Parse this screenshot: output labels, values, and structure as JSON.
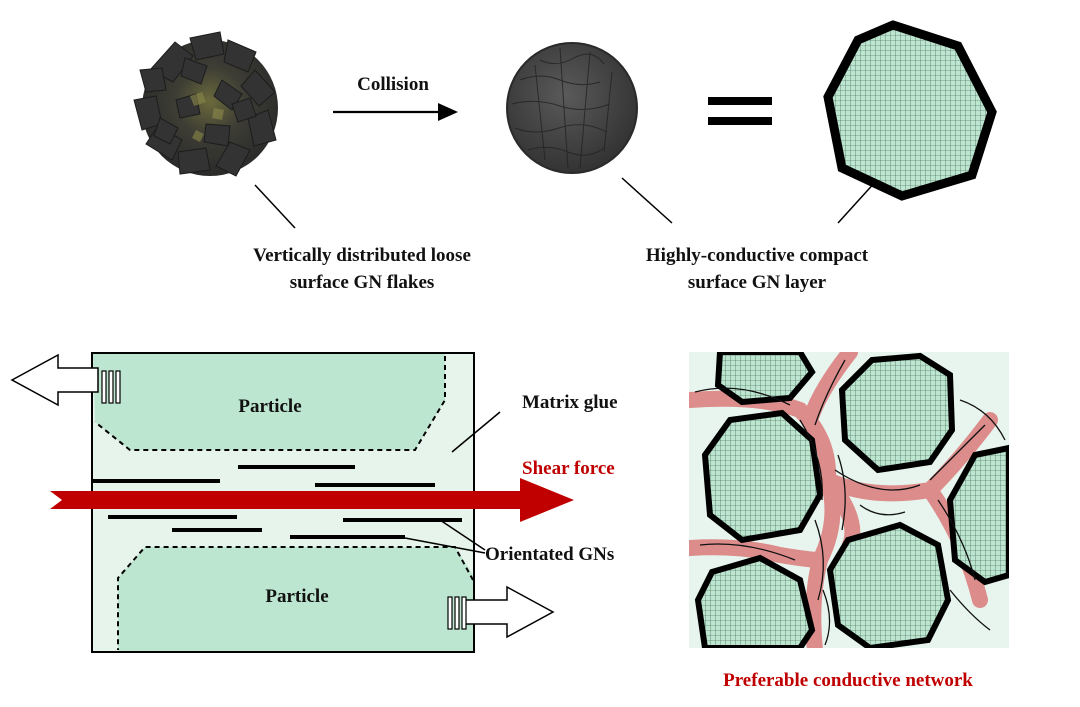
{
  "top": {
    "collision_label": "Collision",
    "loose_caption": [
      "Vertically distributed loose",
      "surface GN flakes"
    ],
    "compact_caption": [
      "Highly-conductive compact",
      "surface GN layer"
    ],
    "equals_icon": "equals-sign"
  },
  "bottom": {
    "particle_top": "Particle",
    "particle_bottom": "Particle",
    "matrix_label": "Matrix glue",
    "shear_label": "Shear force",
    "gn_label": "Orientated GNs",
    "network_caption": "Preferable conductive network"
  },
  "colors": {
    "particle_fill": "#bde6d0",
    "matrix_fill": "#e6f4ec",
    "shear_red": "#c00000",
    "network_highlight": "#d96a6a",
    "grid_line": "#2f4f3f",
    "flake_dark": "#3a3a3a"
  }
}
